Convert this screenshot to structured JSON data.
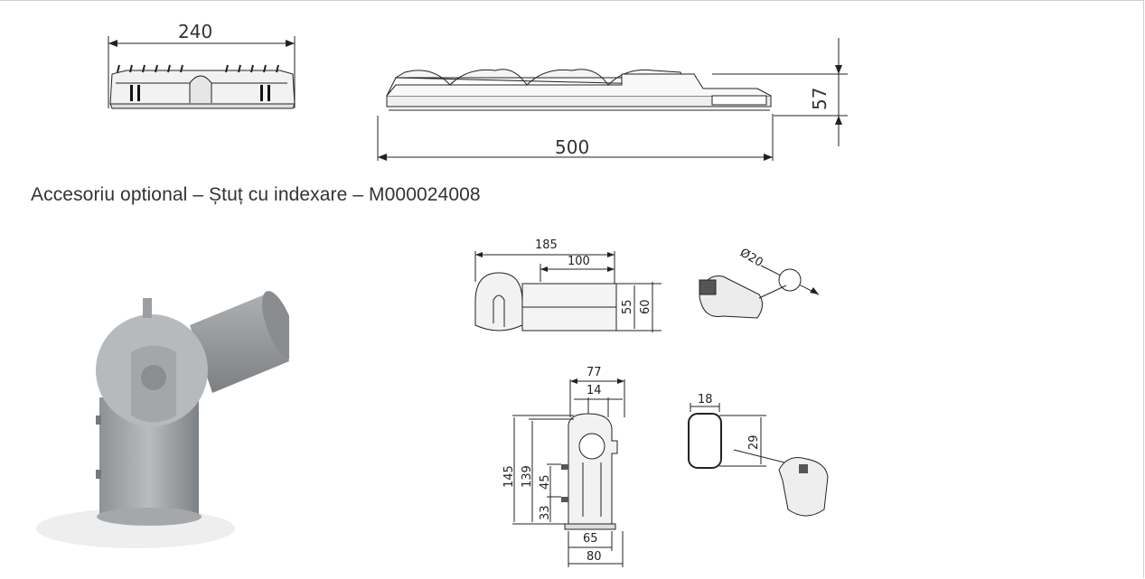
{
  "top_drawings": {
    "front_width": "240",
    "side_length": "500",
    "side_height": "57"
  },
  "caption": "Accesoriu optional – Ștuț cu indexare – M000024008",
  "bracket": {
    "side_view": {
      "overall": "185",
      "tube": "100",
      "inner": "55",
      "outer": "60"
    },
    "diameter": "Ø20",
    "front_view": {
      "width": "77",
      "top": "14",
      "height": "145",
      "height_inner": "139",
      "hole_spacing": "45",
      "hole_base": "33",
      "base_inner": "65",
      "base_outer": "80"
    },
    "section": {
      "width": "18",
      "height": "29"
    }
  },
  "icons": [
    "photo-bracket-illustration",
    "arrow-marker"
  ]
}
